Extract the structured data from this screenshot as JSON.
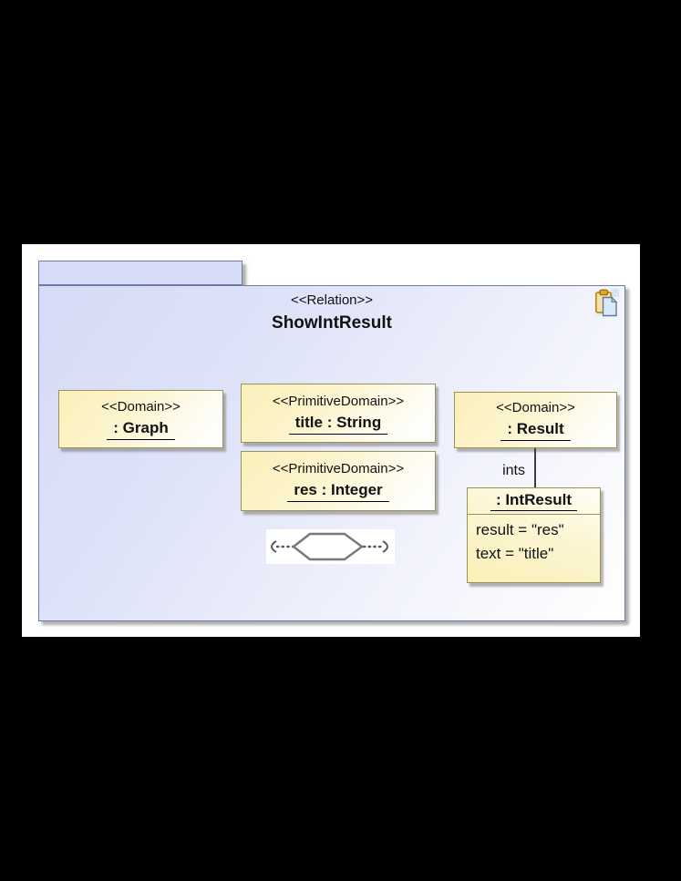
{
  "package": {
    "stereotype": "<<Relation>>",
    "name": "ShowIntResult",
    "tab_label": ""
  },
  "nodes": {
    "graph": {
      "stereotype": "<<Domain>>",
      "name": ": Graph"
    },
    "title": {
      "stereotype": "<<PrimitiveDomain>>",
      "name": "title : String"
    },
    "res": {
      "stereotype": "<<PrimitiveDomain>>",
      "name": "res : Integer"
    },
    "result": {
      "stereotype": "<<Domain>>",
      "name": ": Result"
    }
  },
  "object_node": {
    "name": ": IntResult",
    "attributes": [
      "result = \"res\"",
      "text = \"title\""
    ]
  },
  "edge": {
    "label": "ints"
  },
  "icons": {
    "corner": "copy-paste-icon",
    "center": "relation-hexagon-icon"
  },
  "colors": {
    "background": "#000000",
    "canvas": "#ffffff",
    "package_fill": "#d7dcf7",
    "package_border": "#6f7ba6",
    "node_fill": "#fbf0ba",
    "node_border": "#9c9254",
    "edge": "#3d3d3d",
    "text": "#111111"
  }
}
